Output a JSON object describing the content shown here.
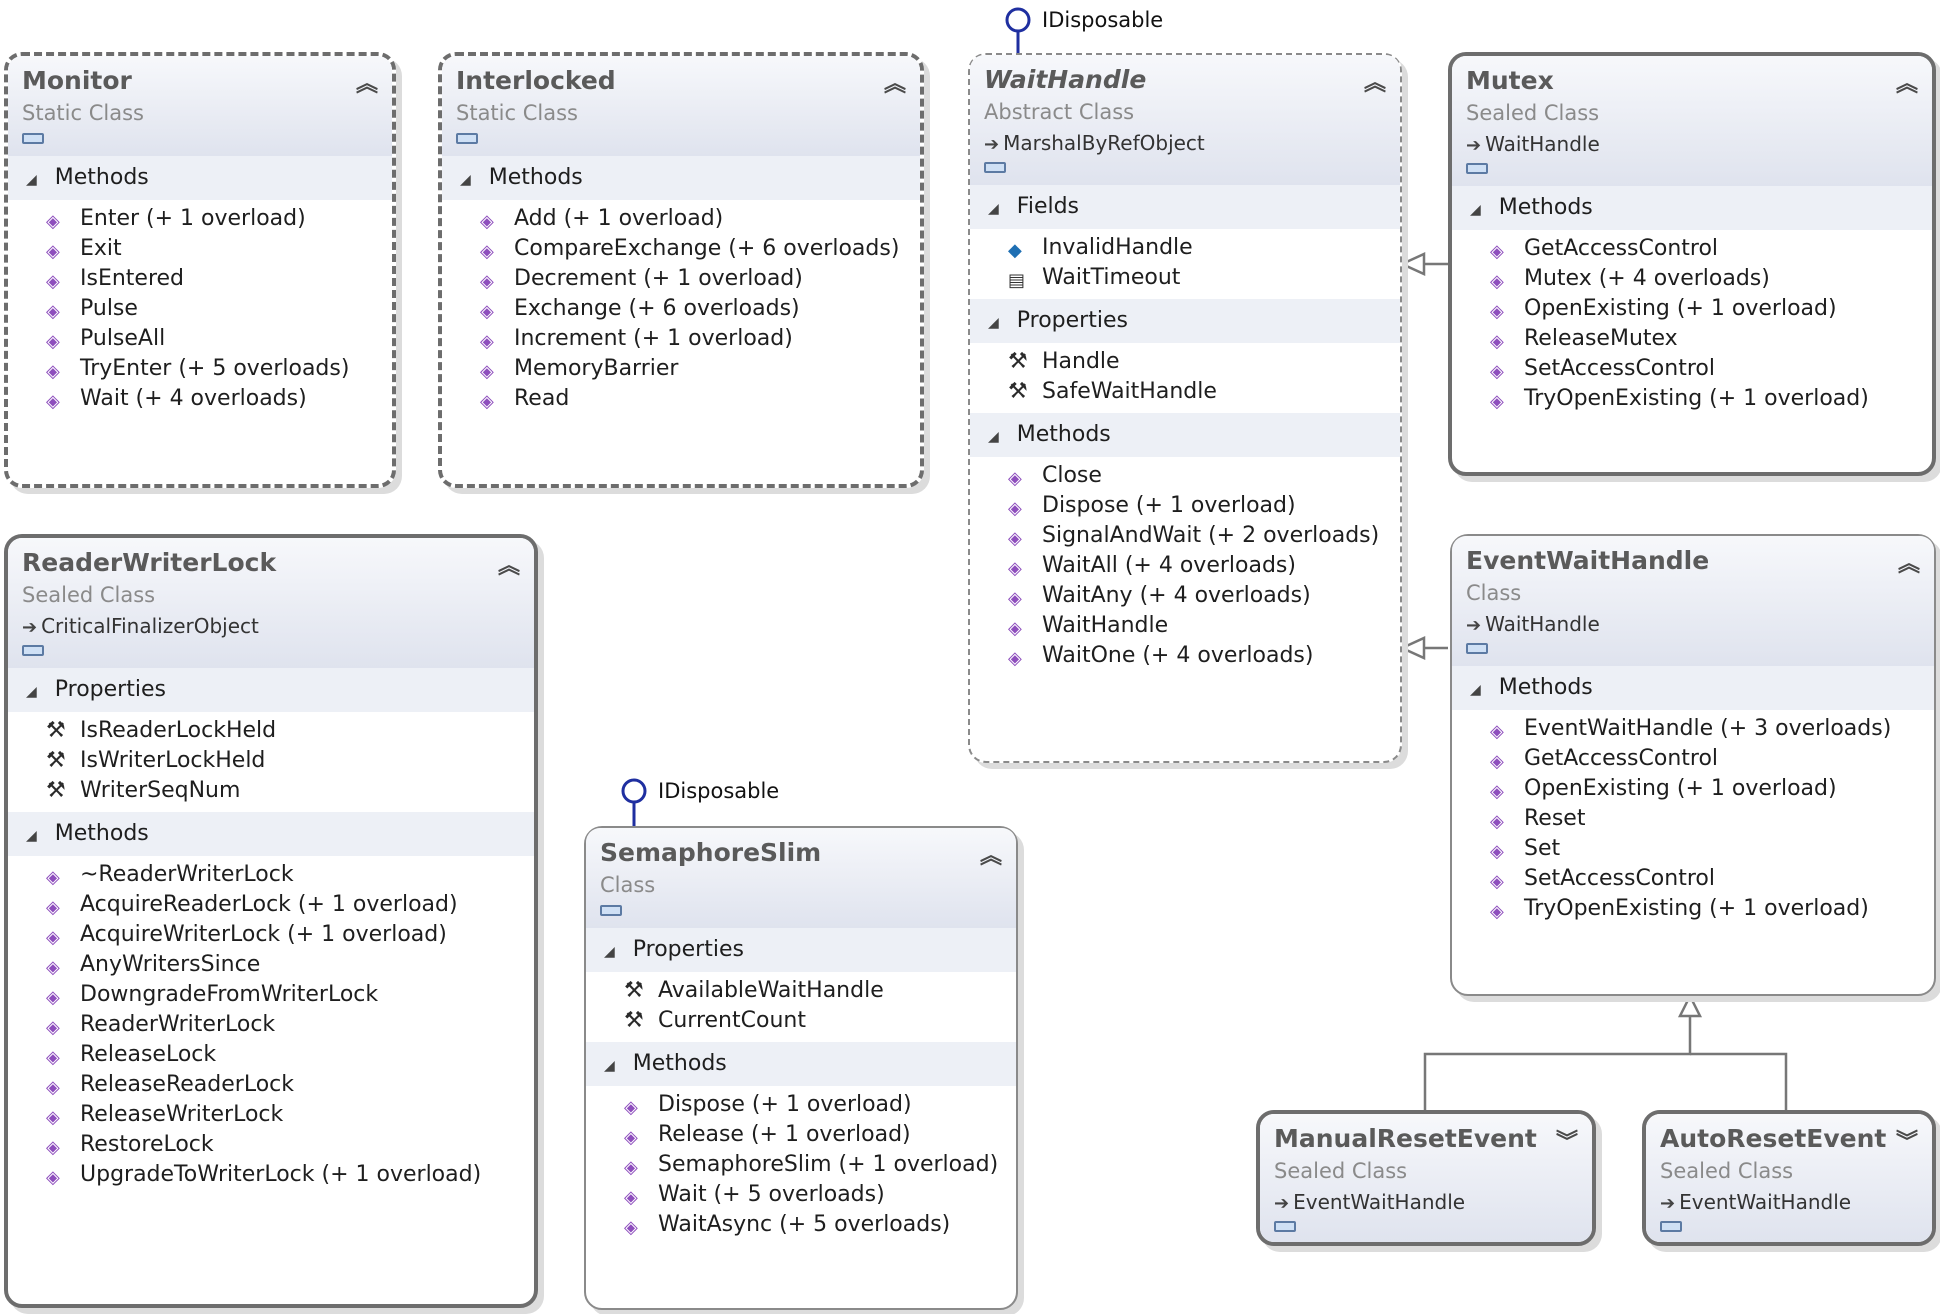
{
  "interfaces": {
    "waithandle_interface": "IDisposable",
    "semaphoreslim_interface": "IDisposable"
  },
  "monitor": {
    "name": "Monitor",
    "kind": "Static Class",
    "sections": [
      {
        "title": "Methods",
        "items": [
          "Enter (+ 1 overload)",
          "Exit",
          "IsEntered",
          "Pulse",
          "PulseAll",
          "TryEnter (+ 5 overloads)",
          "Wait (+ 4 overloads)"
        ]
      }
    ]
  },
  "interlocked": {
    "name": "Interlocked",
    "kind": "Static Class",
    "sections": [
      {
        "title": "Methods",
        "items": [
          "Add (+ 1 overload)",
          "CompareExchange (+ 6 overloads)",
          "Decrement (+ 1 overload)",
          "Exchange (+ 6 overloads)",
          "Increment (+ 1 overload)",
          "MemoryBarrier",
          "Read"
        ]
      }
    ]
  },
  "waithandle": {
    "name": "WaitHandle",
    "kind": "Abstract Class",
    "base": "MarshalByRefObject",
    "sections": [
      {
        "title": "Fields",
        "items": [
          "InvalidHandle",
          "WaitTimeout"
        ]
      },
      {
        "title": "Properties",
        "items": [
          "Handle",
          "SafeWaitHandle"
        ]
      },
      {
        "title": "Methods",
        "items": [
          "Close",
          "Dispose (+ 1 overload)",
          "SignalAndWait (+ 2 overloads)",
          "WaitAll (+ 4 overloads)",
          "WaitAny (+ 4 overloads)",
          "WaitHandle",
          "WaitOne (+ 4 overloads)"
        ]
      }
    ]
  },
  "mutex": {
    "name": "Mutex",
    "kind": "Sealed Class",
    "base": "WaitHandle",
    "sections": [
      {
        "title": "Methods",
        "items": [
          "GetAccessControl",
          "Mutex (+ 4 overloads)",
          "OpenExisting (+ 1 overload)",
          "ReleaseMutex",
          "SetAccessControl",
          "TryOpenExisting (+ 1 overload)"
        ]
      }
    ]
  },
  "readerwriterlock": {
    "name": "ReaderWriterLock",
    "kind": "Sealed Class",
    "base": "CriticalFinalizerObject",
    "sections": [
      {
        "title": "Properties",
        "items": [
          "IsReaderLockHeld",
          "IsWriterLockHeld",
          "WriterSeqNum"
        ]
      },
      {
        "title": "Methods",
        "items": [
          "~ReaderWriterLock",
          "AcquireReaderLock (+ 1 overload)",
          "AcquireWriterLock (+ 1 overload)",
          "AnyWritersSince",
          "DowngradeFromWriterLock",
          "ReaderWriterLock",
          "ReleaseLock",
          "ReleaseReaderLock",
          "ReleaseWriterLock",
          "RestoreLock",
          "UpgradeToWriterLock (+ 1 overload)"
        ]
      }
    ]
  },
  "semaphoreslim": {
    "name": "SemaphoreSlim",
    "kind": "Class",
    "sections": [
      {
        "title": "Properties",
        "items": [
          "AvailableWaitHandle",
          "CurrentCount"
        ]
      },
      {
        "title": "Methods",
        "items": [
          "Dispose (+ 1 overload)",
          "Release (+ 1 overload)",
          "SemaphoreSlim (+ 1 overload)",
          "Wait (+ 5 overloads)",
          "WaitAsync (+ 5 overloads)"
        ]
      }
    ]
  },
  "eventwaithandle": {
    "name": "EventWaitHandle",
    "kind": "Class",
    "base": "WaitHandle",
    "sections": [
      {
        "title": "Methods",
        "items": [
          "EventWaitHandle (+ 3 overloads)",
          "GetAccessControl",
          "OpenExisting (+ 1 overload)",
          "Reset",
          "Set",
          "SetAccessControl",
          "TryOpenExisting (+ 1 overload)"
        ]
      }
    ]
  },
  "manualresetevent": {
    "name": "ManualResetEvent",
    "kind": "Sealed Class",
    "base": "EventWaitHandle"
  },
  "autoresetevent": {
    "name": "AutoResetEvent",
    "kind": "Sealed Class",
    "base": "EventWaitHandle"
  }
}
